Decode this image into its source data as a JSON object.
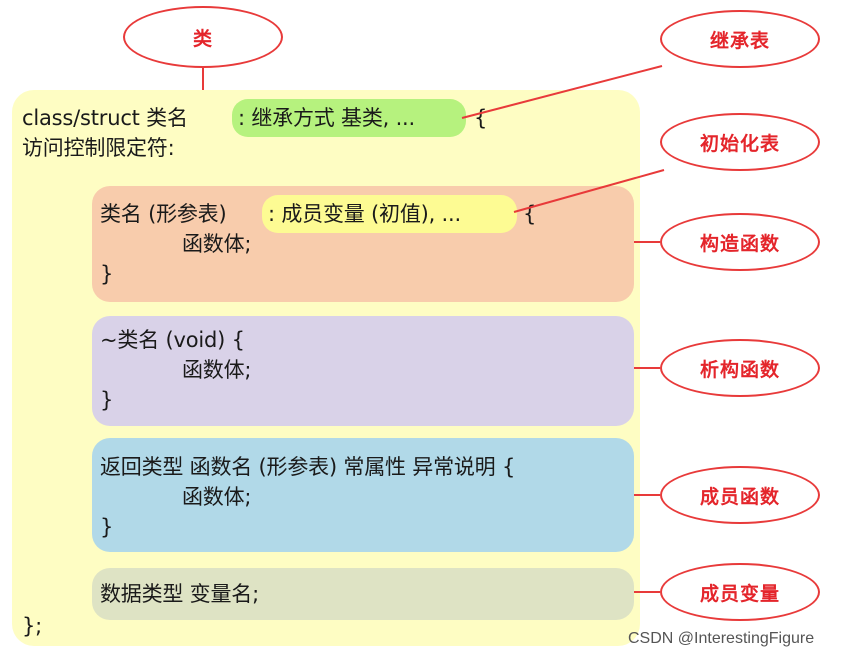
{
  "colors": {
    "class_bg": "#fefdc3",
    "inherit_pill": "#b6f27e",
    "init_pill": "#fdfb93",
    "constructor_bg": "#f8ccac",
    "destructor_bg": "#d9d2e8",
    "member_function_bg": "#b1d9e8",
    "member_variable_bg": "#dee3c4",
    "callout_border": "#e83a3a",
    "callout_text": "#e4252b"
  },
  "callouts": {
    "class": "类",
    "inheritance_list": "继承表",
    "init_list": "初始化表",
    "constructor": "构造函数",
    "destructor": "析构函数",
    "member_function": "成员函数",
    "member_variable": "成员变量"
  },
  "code": {
    "class_decl": "class/struct 类名",
    "inheritance": ": 继承方式 基类, ...",
    "open_brace": "{",
    "access_specifier": "访问控制限定符:",
    "ctor_signature": "类名 (形参表)",
    "ctor_init": ": 成员变量 (初值), ...",
    "ctor_open": "{",
    "ctor_body": "函数体;",
    "ctor_close": "}",
    "dtor_signature": "~类名 (void) {",
    "dtor_body": "函数体;",
    "dtor_close": "}",
    "fn_signature": "返回类型 函数名 (形参表) 常属性 异常说明 {",
    "fn_body": "函数体;",
    "fn_close": "}",
    "var_decl": "数据类型 变量名;",
    "class_close": "};"
  },
  "watermark": "CSDN @InterestingFigure"
}
